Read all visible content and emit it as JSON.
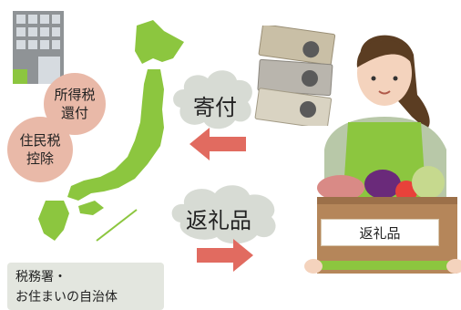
{
  "labels": {
    "refund": "所得税\n還付",
    "deduction": "住民税\n控除",
    "donation": "寄付",
    "return_gift_cloud": "返礼品",
    "return_gift_box": "返礼品",
    "tax_office_line1": "税務署・",
    "tax_office_line2": "お住まいの自治体"
  },
  "colors": {
    "japan": "#8cc63f",
    "bubble": "#e9b9a8",
    "cloud": "#d7dbd4",
    "arrow": "#e16b60",
    "tax_box": "#e3e6df",
    "apron": "#8cc63f"
  },
  "icons": [
    "building-icon",
    "japan-map-icon",
    "money-icon",
    "woman-illustration"
  ]
}
